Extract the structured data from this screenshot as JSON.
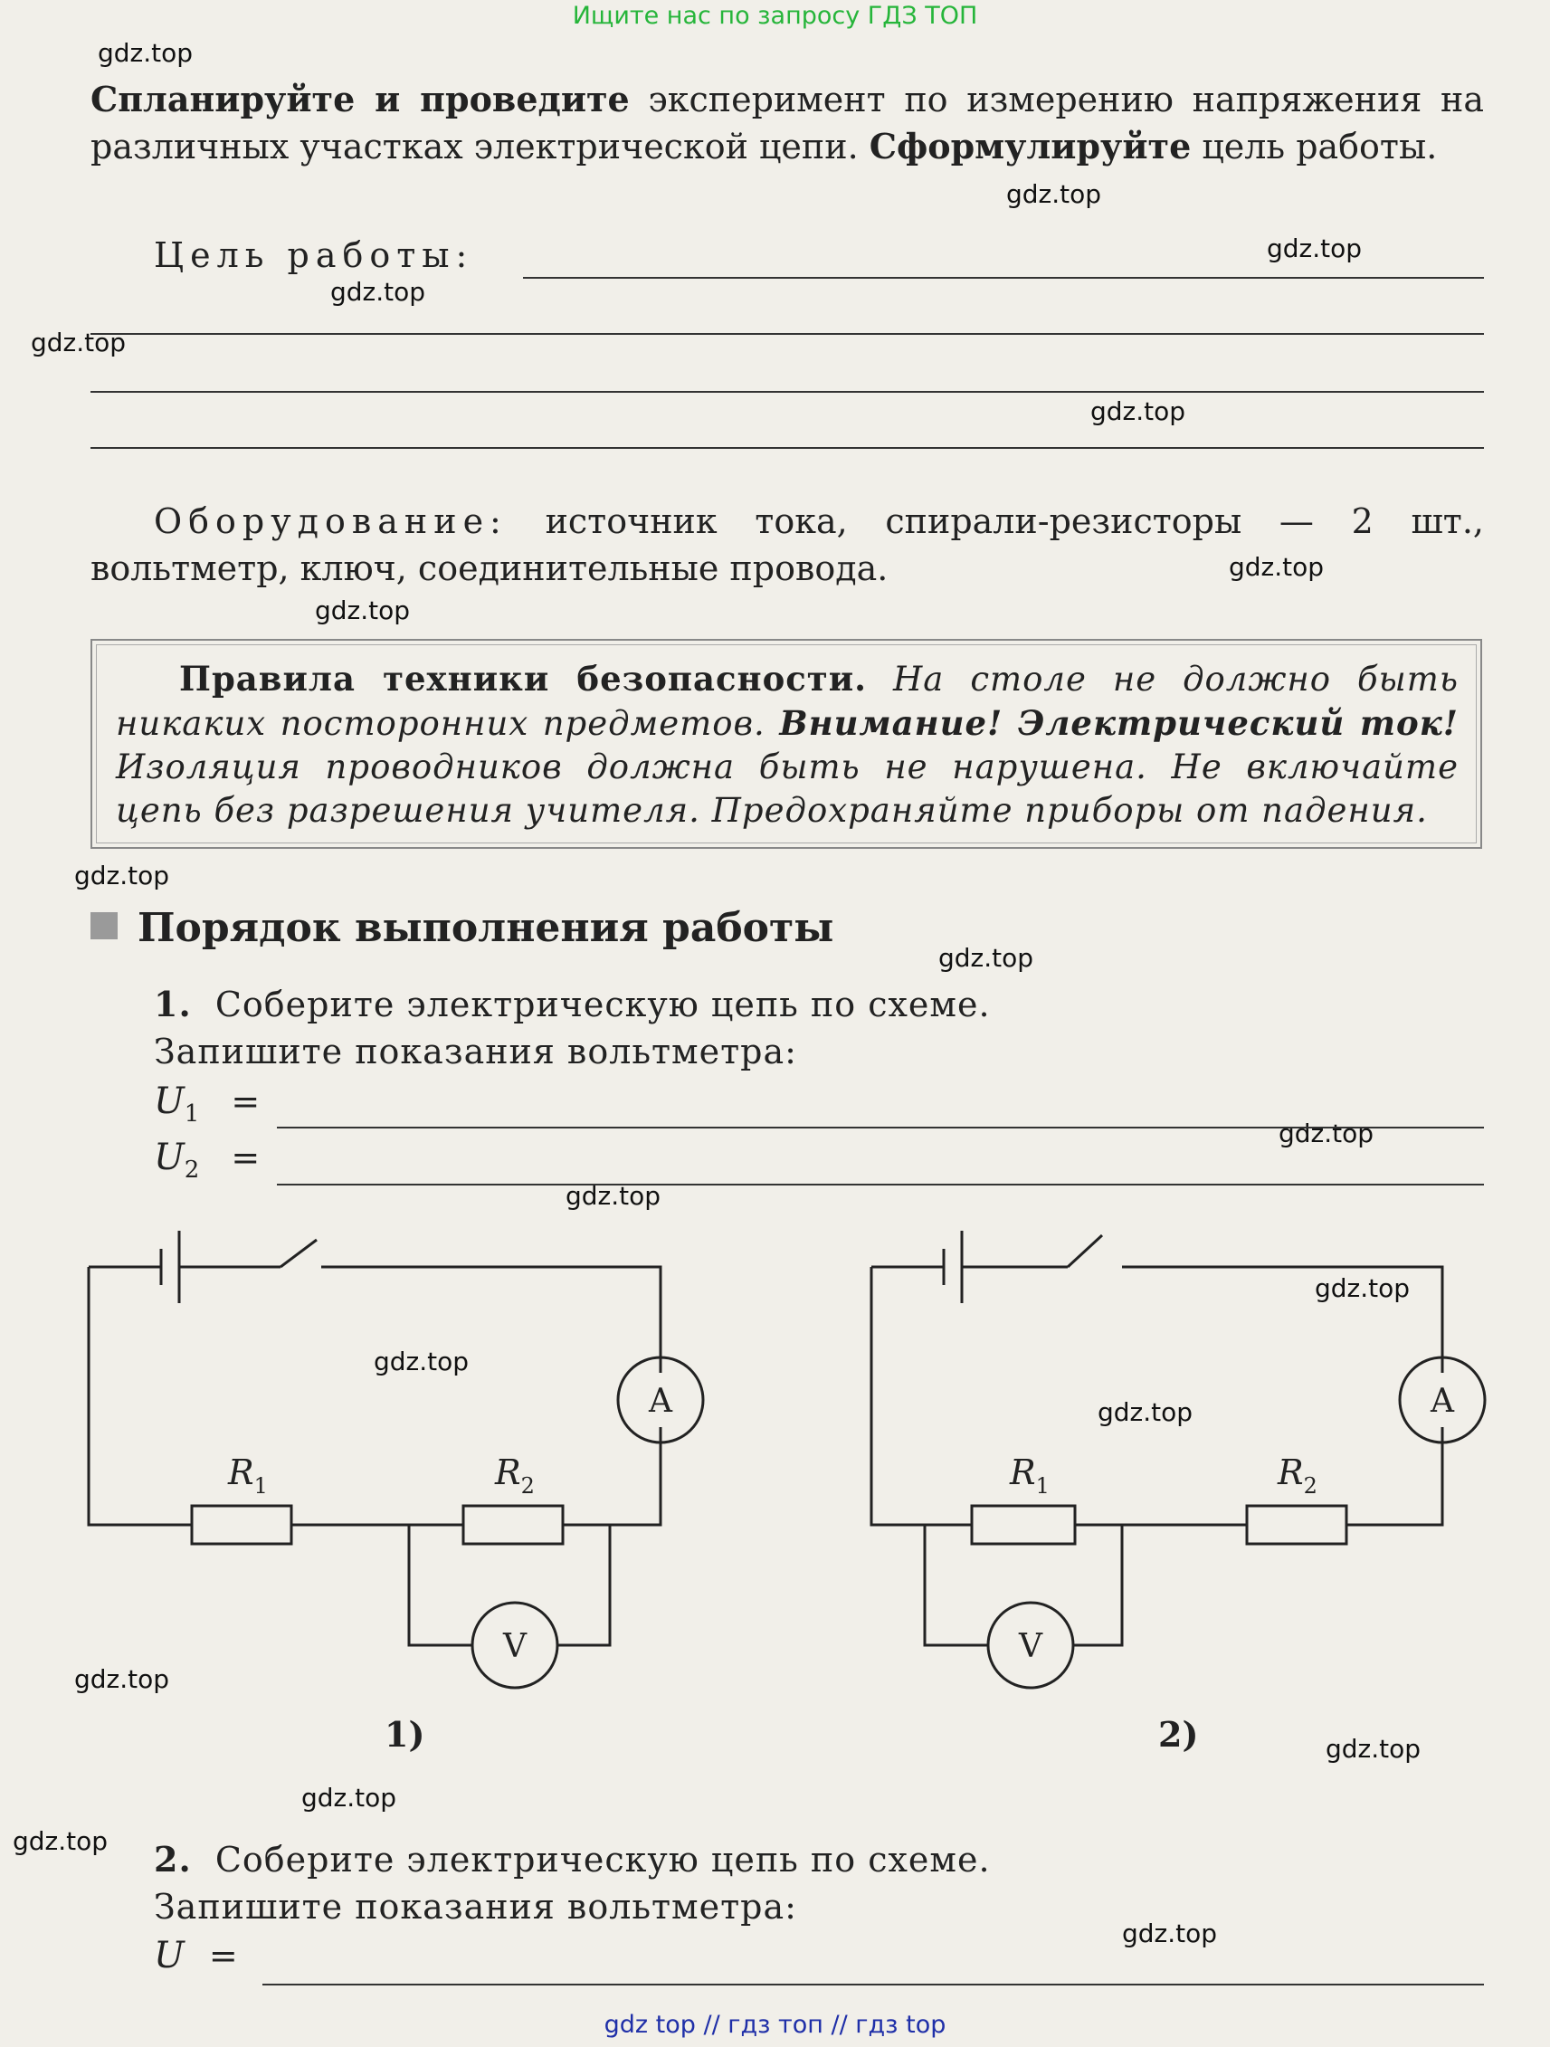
{
  "banner_top": "Ищите нас по запросу ГДЗ ТОП",
  "banner_bottom": "gdz top  //  гдз топ  //  гдз top",
  "watermark": "gdz.top",
  "intro": {
    "bold1": "Спланируйте и проведите",
    "text1": " эксперимент по измерению напряжения на различных участках электрической цепи. ",
    "bold2": "Сформулируйте",
    "text2": " цель работы."
  },
  "goal_label": "Цель работы:",
  "equipment": {
    "label": "Оборудование:",
    "text": " источник тока, спирали-резисторы — 2 шт., вольтметр, ключ, соединительные провода."
  },
  "safety": {
    "bold1": "Правила техники безопасности.",
    "italic1": " На столе не должно быть никаких посторонних предметов. ",
    "bold2": "Внимание! Электрический ток!",
    "italic2": " Изоляция проводников должна быть не нарушена. Не включайте цепь без разрешения учителя. Предохраняйте приборы от падения."
  },
  "section_title": "Порядок выполнения работы",
  "step1": {
    "num": "1.",
    "text": "Соберите электрическую цепь по схеме.",
    "text2": "Запишите показания вольтметра:",
    "u1_var": "U",
    "u1_sub": "1",
    "u2_var": "U",
    "u2_sub": "2",
    "eq": "="
  },
  "diagrams": [
    {
      "label": "1)",
      "r1": "R",
      "r1_sub": "1",
      "r2": "R",
      "r2_sub": "2",
      "ammeter": "A",
      "voltmeter": "V"
    },
    {
      "label": "2)",
      "r1": "R",
      "r1_sub": "1",
      "r2": "R",
      "r2_sub": "2",
      "ammeter": "A",
      "voltmeter": "V"
    }
  ],
  "step2": {
    "num": "2.",
    "text": "Соберите электрическую цепь по схеме.",
    "text2": "Запишите показания вольтметра:",
    "u_var": "U",
    "eq": "="
  }
}
